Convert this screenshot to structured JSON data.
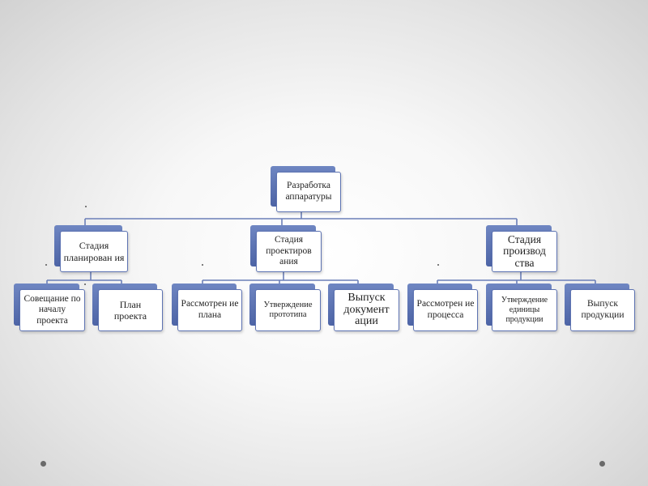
{
  "colors": {
    "box_back": "#5a70b0",
    "box_border": "#5d73b2",
    "connector": "#6b7fb8",
    "text": "#222222"
  },
  "root": {
    "label": "Разработка аппаратуры"
  },
  "stages": [
    {
      "label": "Стадия планирован ия",
      "children": [
        "Совещание по началу проекта",
        "План проекта"
      ]
    },
    {
      "label": "Стадия проектиров ания",
      "children": [
        "Рассмотрен ие плана",
        "Утверждение прототипа",
        "Выпуск документ ации"
      ]
    },
    {
      "label": "Стадия производ ства",
      "children": [
        "Рассмотрен ие процесса",
        "Утверждение единицы продукции",
        "Выпуск продукции"
      ]
    }
  ]
}
